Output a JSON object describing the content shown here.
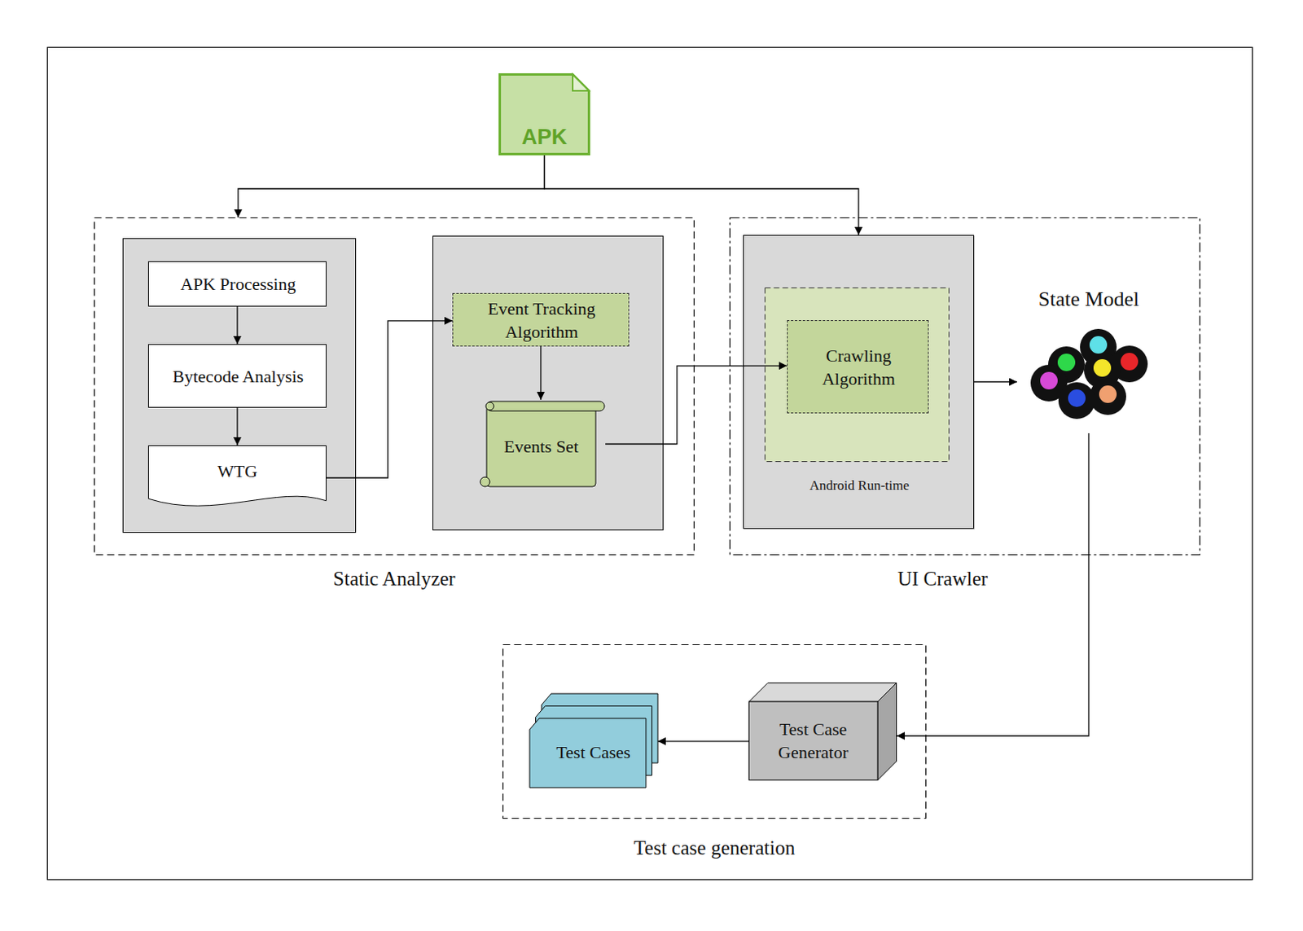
{
  "diagram": {
    "nodes": [
      {
        "text": [
          "APK"
        ]
      },
      {
        "text": [
          "Static Analyzer"
        ]
      },
      {
        "text": [
          "APK Processing"
        ],
        "in": 1
      },
      {
        "text": [
          "Bytecode Analysis"
        ],
        "in": 1
      },
      {
        "text": [
          "WTG"
        ],
        "in": 1
      },
      {
        "text": [
          "Event Tracking Algorithm"
        ],
        "in": 1
      },
      {
        "text": [
          "Events Set"
        ],
        "in": 1
      },
      {
        "text": [
          "UI Crawler"
        ]
      },
      {
        "text": [
          "Android Run-time"
        ],
        "in": 7
      },
      {
        "text": [
          "Crawling Algorithm"
        ],
        "in": 8
      },
      {
        "text": [
          "State Model"
        ],
        "in": 7
      },
      {
        "text": [
          "Test case generation"
        ]
      },
      {
        "text": [
          "Test Cases"
        ],
        "in": 11
      },
      {
        "text": [
          "Test Case Generator"
        ],
        "in": 11
      }
    ],
    "edges": [
      {
        "from": 0,
        "to": 1,
        "arrow": "to"
      },
      {
        "from": 0,
        "to": 8,
        "arrow": "to"
      },
      {
        "from": 2,
        "to": 3,
        "arrow": "to"
      },
      {
        "from": 3,
        "to": 4,
        "arrow": "to"
      },
      {
        "from": 4,
        "to": 5,
        "arrow": "to"
      },
      {
        "from": 5,
        "to": 6,
        "arrow": "to"
      },
      {
        "from": 6,
        "to": 9,
        "arrow": "to"
      },
      {
        "from": 8,
        "to": 10,
        "arrow": "to"
      },
      {
        "from": 10,
        "to": 13,
        "arrow": "to"
      },
      {
        "from": 13,
        "to": 12,
        "arrow": "to"
      }
    ]
  }
}
